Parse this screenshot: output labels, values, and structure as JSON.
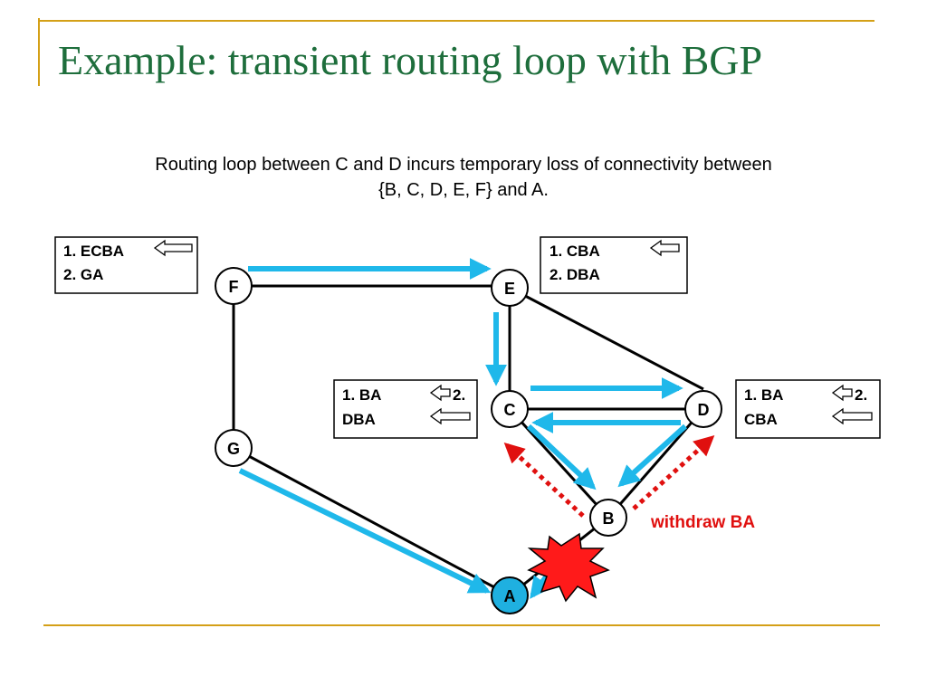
{
  "slide": {
    "title": "Example: transient routing loop with BGP",
    "subtitle_line1": "Routing loop between C and D incurs temporary loss of connectivity between",
    "subtitle_line2": "{B, C, D, E, F} and A."
  },
  "diagram": {
    "nodes": [
      {
        "id": "F",
        "label": "F"
      },
      {
        "id": "E",
        "label": "E"
      },
      {
        "id": "C",
        "label": "C"
      },
      {
        "id": "D",
        "label": "D"
      },
      {
        "id": "G",
        "label": "G"
      },
      {
        "id": "B",
        "label": "B"
      },
      {
        "id": "A",
        "label": "A",
        "fill": "#1fb0e0"
      }
    ],
    "links": [
      [
        "F",
        "E"
      ],
      [
        "F",
        "G"
      ],
      [
        "E",
        "C"
      ],
      [
        "E",
        "D"
      ],
      [
        "C",
        "D"
      ],
      [
        "G",
        "A"
      ],
      [
        "C",
        "B"
      ],
      [
        "D",
        "B"
      ],
      [
        "B",
        "A"
      ]
    ],
    "route_boxes": [
      {
        "id": "F",
        "line1": "1.  ECBA",
        "line2": "2.  GA"
      },
      {
        "id": "E",
        "line1": "1.  CBA",
        "line2": "2.  DBA"
      },
      {
        "id": "C",
        "line1": "1.  BA",
        "line1_right": "2.",
        "line2": "DBA"
      },
      {
        "id": "D",
        "line1": "1.  BA",
        "line1_right": "2.",
        "line2": "CBA"
      }
    ],
    "withdraw_label": "withdraw BA",
    "colors": {
      "path_arrow": "#1fb8ea",
      "withdraw_arrow": "#e0100f",
      "link": "#000000",
      "failure_burst": "#ff1a1a",
      "node_A": "#1fb0e0"
    },
    "icons": [
      "failure-burst-icon",
      "hollow-left-arrow-icon"
    ]
  }
}
